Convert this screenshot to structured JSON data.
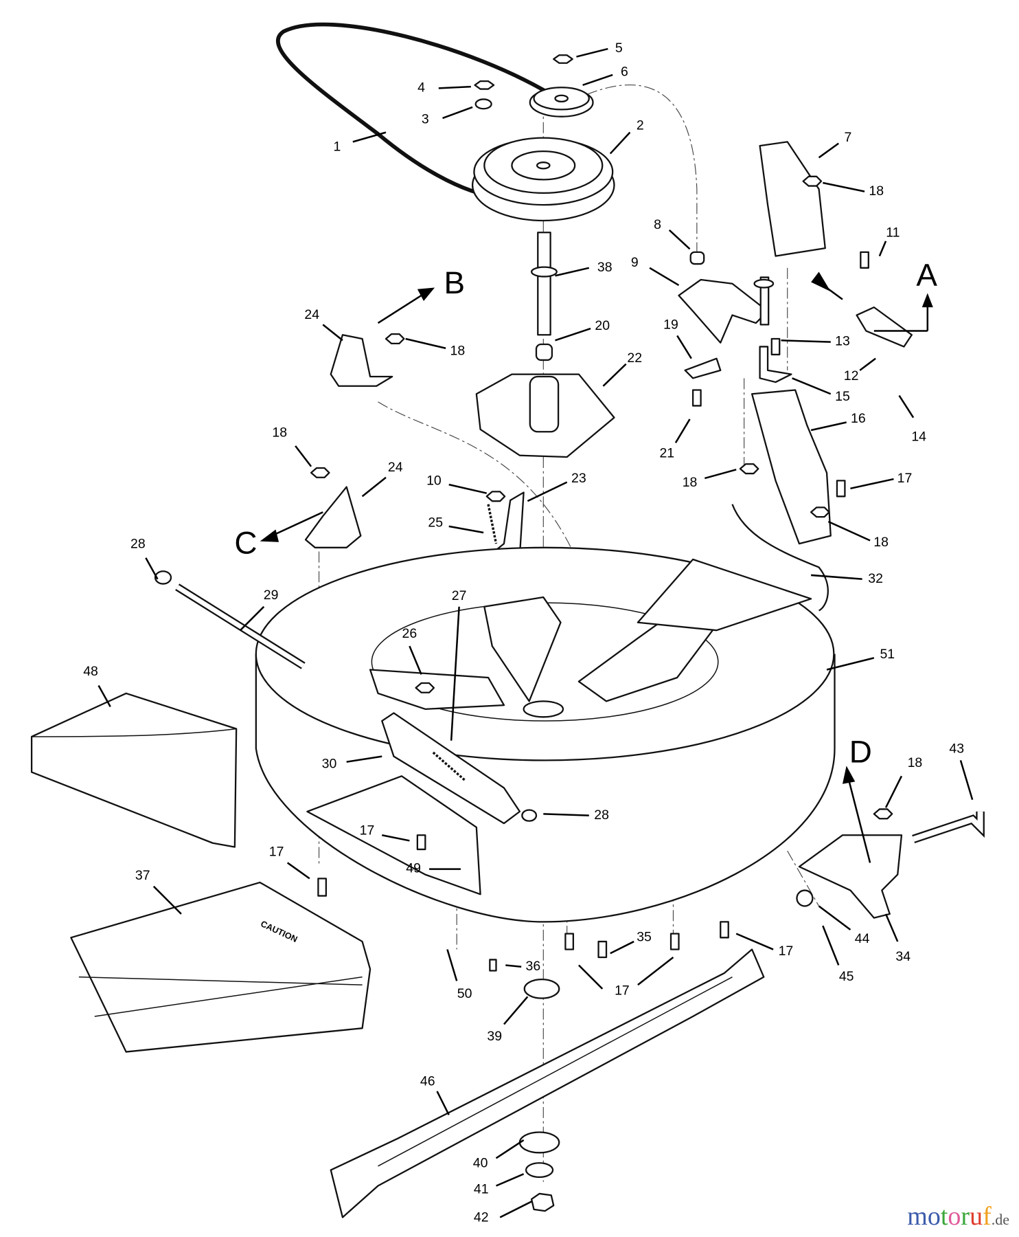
{
  "diagram": {
    "callouts": [
      "1",
      "2",
      "3",
      "4",
      "5",
      "6",
      "7",
      "18",
      "8",
      "9",
      "11",
      "38",
      "24",
      "18",
      "20",
      "22",
      "19",
      "13",
      "12",
      "15",
      "14",
      "16",
      "21",
      "18",
      "24",
      "10",
      "23",
      "18",
      "17",
      "25",
      "18",
      "28",
      "32",
      "29",
      "27",
      "26",
      "51",
      "48",
      "30",
      "18",
      "43",
      "28",
      "17",
      "17",
      "49",
      "37",
      "35",
      "44",
      "34",
      "17",
      "36",
      "17",
      "50",
      "45",
      "39",
      "46",
      "40",
      "41",
      "42"
    ],
    "view_letters": [
      "A",
      "B",
      "C",
      "D"
    ],
    "decal_text": "CAUTION"
  },
  "watermark": {
    "letters": [
      "m",
      "o",
      "t",
      "o",
      "r",
      "u",
      "f"
    ],
    "suffix": ".de",
    "colors": [
      "#3b5bab",
      "#3b5bab",
      "#3aa63a",
      "#e05a9a",
      "#3aa63a",
      "#e03a2a",
      "#f0a020",
      "#f0c020"
    ]
  }
}
